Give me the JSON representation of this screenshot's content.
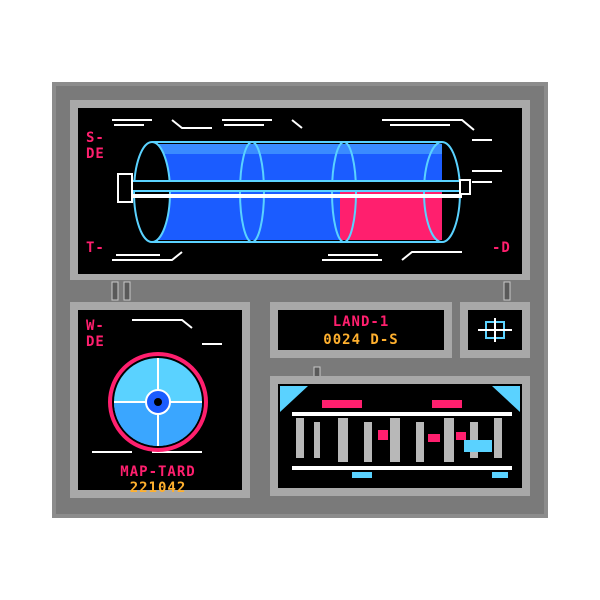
{
  "colors": {
    "frame": "#8a8a8a",
    "frame_light": "#b8b8b8",
    "screen": "#000000",
    "cyan": "#5ad2ff",
    "blue": "#1b5cff",
    "pink": "#ff1f6e",
    "orange": "#ffb02e",
    "white": "#ffffff"
  },
  "top_panel": {
    "label_sde_line1": "S-",
    "label_sde_line2": "DE",
    "label_t": "T-",
    "label_d": "-D",
    "fuel_tank_fill": 0.33,
    "icons": [
      "fuel-cylinder-icon",
      "pipe-connector-icon"
    ]
  },
  "left_panel": {
    "label_wde_line1": "W-",
    "label_wde_line2": "DE",
    "name": "MAP-TARD",
    "score": "221042",
    "icons": [
      "radar-dial-icon"
    ]
  },
  "status_panel": {
    "line1": "LAND-1",
    "line2": "0024 D-S"
  },
  "small_panel": {
    "icons": [
      "crosshair-icon"
    ]
  },
  "scene_panel": {
    "icons": [
      "city-skyline-icon"
    ]
  }
}
